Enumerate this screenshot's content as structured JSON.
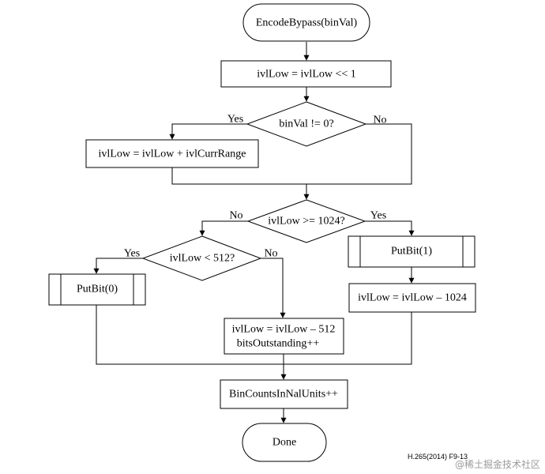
{
  "nodes": {
    "start": "EncodeBypass(binVal)",
    "shift": "ivlLow = ivlLow << 1",
    "check_binval": "binVal != 0?",
    "add_range": "ivlLow = ivlLow + ivlCurrRange",
    "check_1024": "ivlLow >= 1024?",
    "check_512": "ivlLow < 512?",
    "putbit1": "PutBit(1)",
    "sub1024": "ivlLow = ivlLow – 1024",
    "putbit0": "PutBit(0)",
    "sub512_line1": "ivlLow = ivlLow – 512",
    "sub512_line2": "bitsOutstanding++",
    "bincount": "BinCountsInNalUnits++",
    "done": "Done"
  },
  "branches": {
    "binval_yes": "Yes",
    "binval_no": "No",
    "c1024_no": "No",
    "c1024_yes": "Yes",
    "c512_yes": "Yes",
    "c512_no": "No"
  },
  "caption": "H.265(2014) F9-13",
  "watermark": "@稀土掘金技术社区"
}
